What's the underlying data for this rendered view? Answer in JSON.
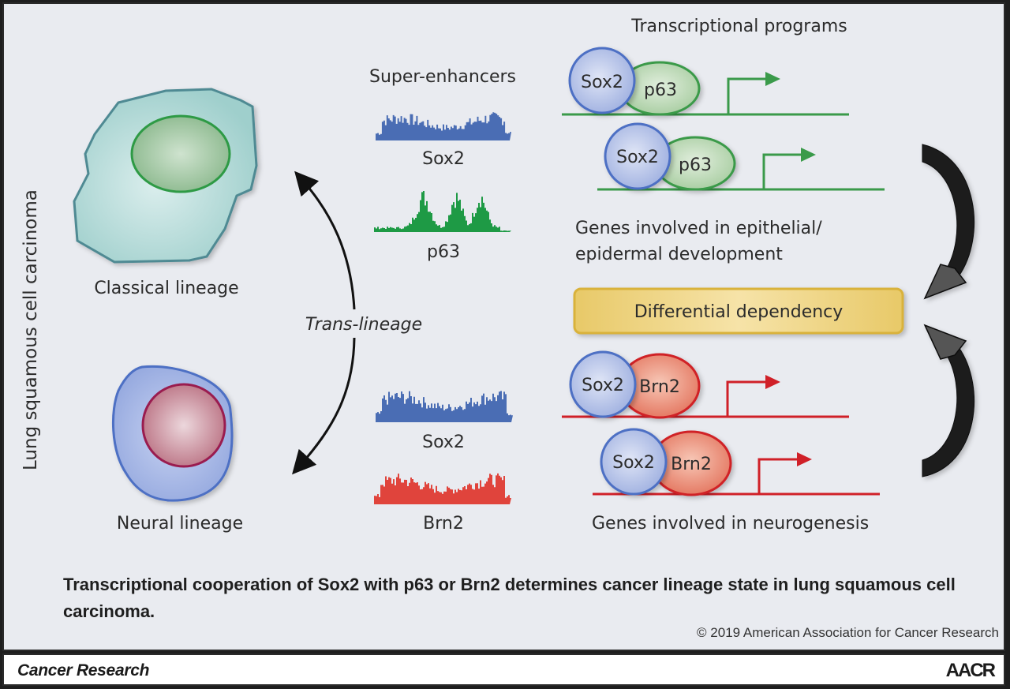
{
  "side_label": "Lung squamous cell carcinoma",
  "cells": {
    "classical": {
      "label": "Classical lineage",
      "membrane_color": "#a9d6d3",
      "nucleus_color": "#8fbf8f"
    },
    "neural": {
      "label": "Neural lineage",
      "membrane_color": "#9aaee0",
      "nucleus_color": "#c07c8c"
    }
  },
  "trans_lineage_label": "Trans-lineage",
  "super_enhancers": {
    "title": "Super-enhancers",
    "tracks": [
      {
        "label": "Sox2",
        "color": "#4a6db4"
      },
      {
        "label": "p63",
        "color": "#1e9a45"
      },
      {
        "label": "Sox2",
        "color": "#4a6db4"
      },
      {
        "label": "Brn2",
        "color": "#e0443c"
      }
    ]
  },
  "transcriptional_programs": {
    "title": "Transcriptional programs",
    "epithelial": {
      "complexes": [
        {
          "factor_a": "Sox2",
          "factor_b": "p63"
        },
        {
          "factor_a": "Sox2",
          "factor_b": "p63"
        }
      ],
      "genes_label_line1": "Genes involved in epithelial/",
      "genes_label_line2": "epidermal development",
      "color": "#3a9a4a"
    },
    "dependency_label": "Differential dependency",
    "neural": {
      "complexes": [
        {
          "factor_a": "Sox2",
          "factor_b": "Brn2"
        },
        {
          "factor_a": "Sox2",
          "factor_b": "Brn2"
        }
      ],
      "genes_label": "Genes involved in neurogenesis",
      "color": "#d02028"
    }
  },
  "caption": "Transcriptional cooperation of Sox2 with p63 or Brn2 determines cancer lineage state in lung squamous cell carcinoma.",
  "copyright": "© 2019 American Association for Cancer Research",
  "footer": {
    "journal": "Cancer Research",
    "publisher_logo": "AACR"
  }
}
